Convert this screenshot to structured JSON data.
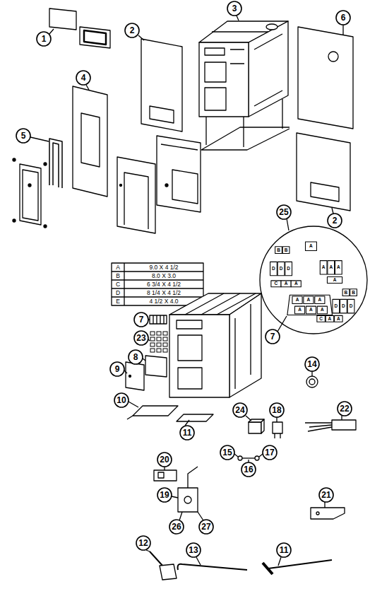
{
  "diagram": {
    "labels": [
      "1",
      "2",
      "3",
      "6",
      "4",
      "5",
      "2",
      "25",
      "A",
      "9.0 X 4 1/2",
      "B",
      "8.0 X 3.0",
      "C",
      "6 3/4 X 4 1/2",
      "D",
      "8 1/4 X 4 1/2",
      "E",
      "4 1/2 X 4.0",
      "B",
      "B",
      "A",
      "D",
      "D",
      "D",
      "C",
      "A",
      "A",
      "A",
      "A",
      "A",
      "A",
      "B",
      "B",
      "A",
      "A",
      "A",
      "A",
      "A",
      "A",
      "D",
      "D",
      "D",
      "C",
      "A",
      "A",
      "7",
      "7",
      "23",
      "8",
      "9",
      "10",
      "11",
      "24",
      "14",
      "18",
      "22",
      "15",
      "17",
      "16",
      "20",
      "19",
      "26",
      "27",
      "21",
      "12",
      "13",
      "11"
    ]
  }
}
